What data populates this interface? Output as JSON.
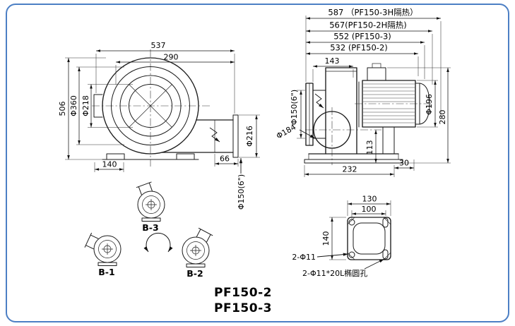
{
  "frame_color": "#4c7fc4",
  "models": {
    "line1": "PF150-2",
    "line2": "PF150-3"
  },
  "front_view": {
    "dim_total_width": "537",
    "dim_290": "290",
    "dim_height": "506",
    "dim_d360": "Φ360",
    "dim_d218": "Φ218",
    "dim_140": "140",
    "dim_66": "66",
    "dim_d216": "Φ216",
    "dim_outlet_bore": "Φ150(6\")"
  },
  "side_view": {
    "dim_587": "587 （PF150-3H隔热）",
    "dim_567": "567(PF150-2H隔热)",
    "dim_552": "552 (PF150-3)",
    "dim_532": "532 (PF150-2)",
    "dim_143": "143",
    "dim_inlet_bore": "Φ150(6\")",
    "dim_d196": "Φ196",
    "dim_280": "280",
    "dim_113": "113",
    "dim_d184": "Φ184",
    "dim_232": "232",
    "dim_30": "30"
  },
  "orientation_views": {
    "b1_label": "B-1",
    "b2_label": "B-2",
    "b3_label": "B-3"
  },
  "flange_detail": {
    "dim_130": "130",
    "dim_100": "100",
    "dim_140": "140",
    "holes_label": "2-Φ11",
    "slots_label": "2-Φ11*20L椭圆孔"
  }
}
